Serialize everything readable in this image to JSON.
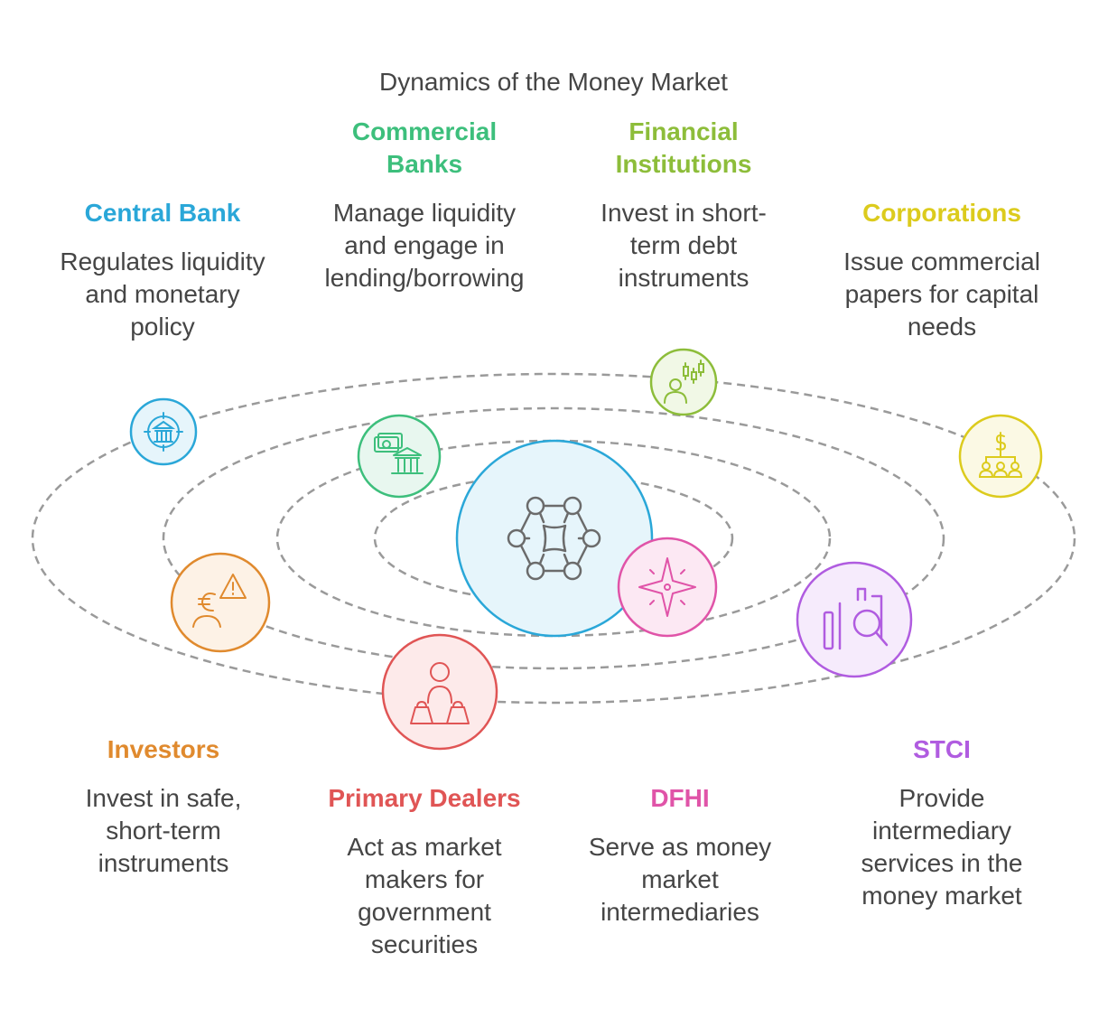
{
  "title": "Dynamics of the Money Market",
  "actors": [
    {
      "id": "central-bank",
      "name": "Central Bank",
      "description": "Regulates liquidity\nand monetary\npolicy",
      "color": "#2aa7d8",
      "fill": "#e6f5fb",
      "icon": "bank-target-icon"
    },
    {
      "id": "commercial-banks",
      "name": "Commercial\nBanks",
      "description": "Manage liquidity\nand engage in\nlending/borrowing",
      "color": "#3dbf7c",
      "fill": "#e8f7ef",
      "icon": "cash-bank-icon"
    },
    {
      "id": "financial-institutions",
      "name": "Financial\nInstitutions",
      "description": "Invest in short-\nterm debt\ninstruments",
      "color": "#8dbd3a",
      "fill": "#f1f8e6",
      "icon": "investor-candlestick-icon"
    },
    {
      "id": "corporations",
      "name": "Corporations",
      "description": "Issue commercial\npapers for capital\nneeds",
      "color": "#dccb1d",
      "fill": "#fbf9e4",
      "icon": "dollar-hierarchy-icon"
    },
    {
      "id": "investors",
      "name": "Investors",
      "description": "Invest in safe,\nshort-term\ninstruments",
      "color": "#e08a2e",
      "fill": "#fdf2e6",
      "icon": "euro-person-warning-icon"
    },
    {
      "id": "primary-dealers",
      "name": "Primary Dealers",
      "description": "Act as market\nmakers for\ngovernment\nsecurities",
      "color": "#e05555",
      "fill": "#fdeaea",
      "icon": "person-bags-icon"
    },
    {
      "id": "dfhi",
      "name": "DFHI",
      "description": "Serve as money\nmarket\nintermediaries",
      "color": "#e054a8",
      "fill": "#fce8f3",
      "icon": "compass-star-icon"
    },
    {
      "id": "stci",
      "name": "STCI",
      "description": "Provide\nintermediary\nservices in the\nmoney market",
      "color": "#b05ce0",
      "fill": "#f6ebfc",
      "icon": "chart-magnifier-icon"
    }
  ],
  "center": {
    "icon": "network-hub-icon",
    "color": "#2aa7d8",
    "fill": "#e6f5fb"
  },
  "orbit_color": "#9a9a9a"
}
